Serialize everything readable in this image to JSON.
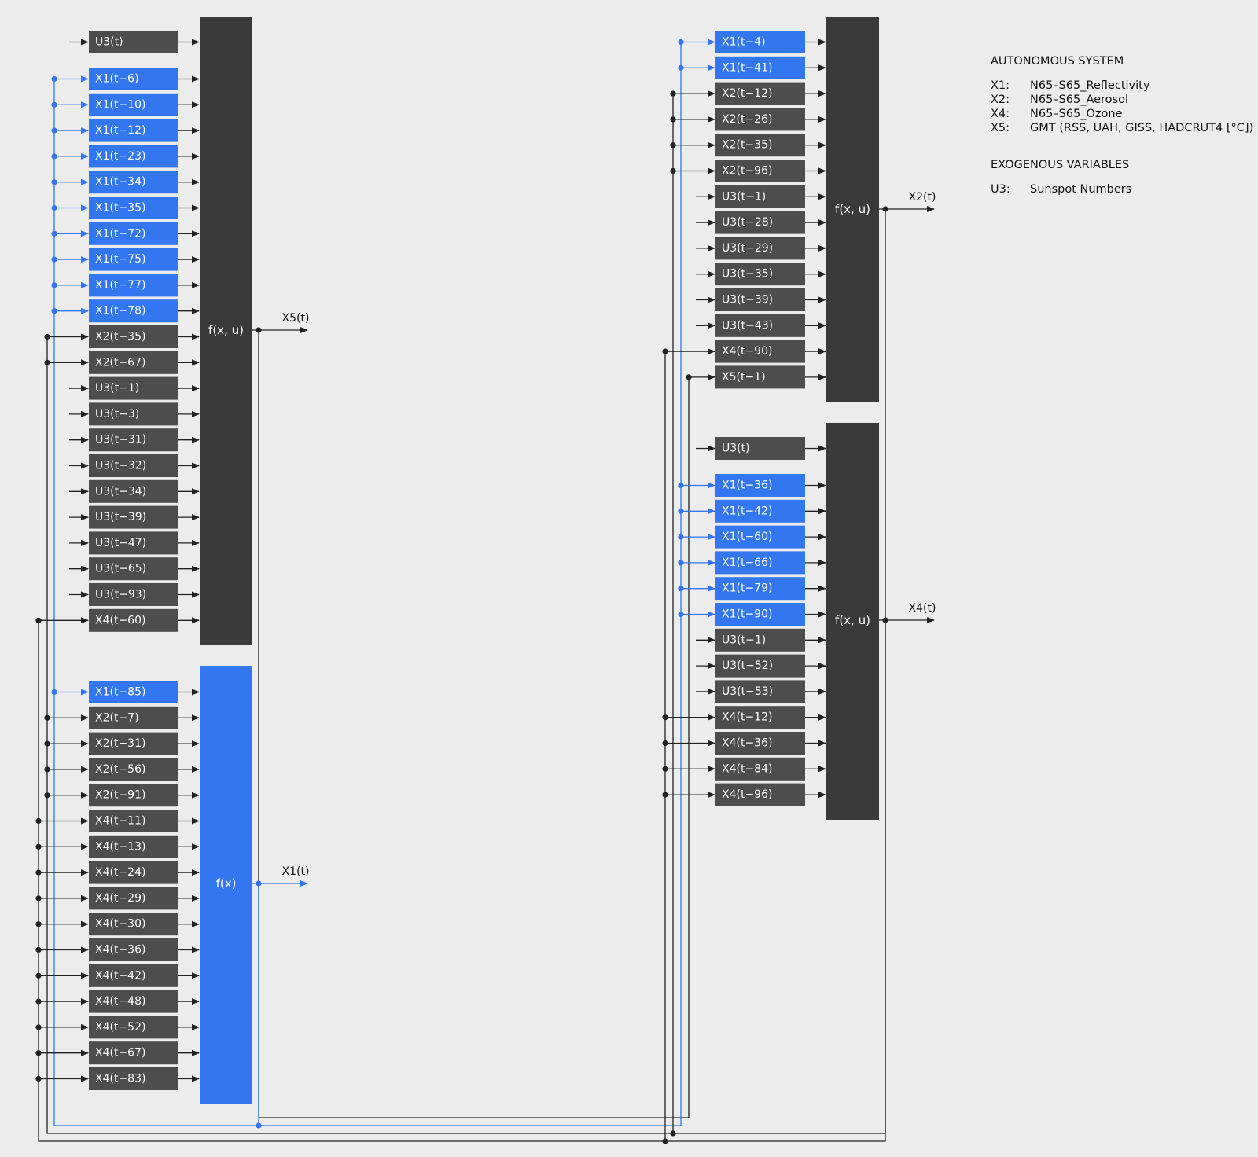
{
  "colors": {
    "background": "#ececec",
    "block_dark": "#3a3a3a",
    "input_dark": "#4d4d4d",
    "accent_blue": "#3276f0",
    "wire_black": "#222222"
  },
  "blocks": [
    {
      "id": "x5-block",
      "label": "f(x, u)",
      "output": "X5(t)",
      "style": "dark",
      "inputs": [
        {
          "label": "U3(t)",
          "kind": "exo",
          "gap_after": true
        },
        {
          "label": "X1(t−6)",
          "kind": "x1"
        },
        {
          "label": "X1(t−10)",
          "kind": "x1"
        },
        {
          "label": "X1(t−12)",
          "kind": "x1"
        },
        {
          "label": "X1(t−23)",
          "kind": "x1"
        },
        {
          "label": "X1(t−34)",
          "kind": "x1"
        },
        {
          "label": "X1(t−35)",
          "kind": "x1"
        },
        {
          "label": "X1(t−72)",
          "kind": "x1"
        },
        {
          "label": "X1(t−75)",
          "kind": "x1"
        },
        {
          "label": "X1(t−77)",
          "kind": "x1"
        },
        {
          "label": "X1(t−78)",
          "kind": "x1"
        },
        {
          "label": "X2(t−35)",
          "kind": "x2"
        },
        {
          "label": "X2(t−67)",
          "kind": "x2"
        },
        {
          "label": "U3(t−1)",
          "kind": "exo"
        },
        {
          "label": "U3(t−3)",
          "kind": "exo"
        },
        {
          "label": "U3(t−31)",
          "kind": "exo"
        },
        {
          "label": "U3(t−32)",
          "kind": "exo"
        },
        {
          "label": "U3(t−34)",
          "kind": "exo"
        },
        {
          "label": "U3(t−39)",
          "kind": "exo"
        },
        {
          "label": "U3(t−47)",
          "kind": "exo"
        },
        {
          "label": "U3(t−65)",
          "kind": "exo"
        },
        {
          "label": "U3(t−93)",
          "kind": "exo"
        },
        {
          "label": "X4(t−60)",
          "kind": "x4"
        }
      ]
    },
    {
      "id": "x1-block",
      "label": "f(x)",
      "output": "X1(t)",
      "style": "blue",
      "inputs": [
        {
          "label": "X1(t−85)",
          "kind": "x1"
        },
        {
          "label": "X2(t−7)",
          "kind": "x2"
        },
        {
          "label": "X2(t−31)",
          "kind": "x2"
        },
        {
          "label": "X2(t−56)",
          "kind": "x2"
        },
        {
          "label": "X2(t−91)",
          "kind": "x2"
        },
        {
          "label": "X4(t−11)",
          "kind": "x4"
        },
        {
          "label": "X4(t−13)",
          "kind": "x4"
        },
        {
          "label": "X4(t−24)",
          "kind": "x4"
        },
        {
          "label": "X4(t−29)",
          "kind": "x4"
        },
        {
          "label": "X4(t−30)",
          "kind": "x4"
        },
        {
          "label": "X4(t−36)",
          "kind": "x4"
        },
        {
          "label": "X4(t−42)",
          "kind": "x4"
        },
        {
          "label": "X4(t−48)",
          "kind": "x4"
        },
        {
          "label": "X4(t−52)",
          "kind": "x4"
        },
        {
          "label": "X4(t−67)",
          "kind": "x4"
        },
        {
          "label": "X4(t−83)",
          "kind": "x4"
        }
      ]
    },
    {
      "id": "x2-block",
      "label": "f(x, u)",
      "output": "X2(t)",
      "style": "dark",
      "inputs": [
        {
          "label": "X1(t−4)",
          "kind": "x1"
        },
        {
          "label": "X1(t−41)",
          "kind": "x1"
        },
        {
          "label": "X2(t−12)",
          "kind": "x2"
        },
        {
          "label": "X2(t−26)",
          "kind": "x2"
        },
        {
          "label": "X2(t−35)",
          "kind": "x2"
        },
        {
          "label": "X2(t−96)",
          "kind": "x2"
        },
        {
          "label": "U3(t−1)",
          "kind": "exo"
        },
        {
          "label": "U3(t−28)",
          "kind": "exo"
        },
        {
          "label": "U3(t−29)",
          "kind": "exo"
        },
        {
          "label": "U3(t−35)",
          "kind": "exo"
        },
        {
          "label": "U3(t−39)",
          "kind": "exo"
        },
        {
          "label": "U3(t−43)",
          "kind": "exo"
        },
        {
          "label": "X4(t−90)",
          "kind": "x4"
        },
        {
          "label": "X5(t−1)",
          "kind": "x5"
        }
      ]
    },
    {
      "id": "x4-block",
      "label": "f(x, u)",
      "output": "X4(t)",
      "style": "dark",
      "inputs": [
        {
          "label": "U3(t)",
          "kind": "exo",
          "gap_after": true
        },
        {
          "label": "X1(t−36)",
          "kind": "x1"
        },
        {
          "label": "X1(t−42)",
          "kind": "x1"
        },
        {
          "label": "X1(t−60)",
          "kind": "x1"
        },
        {
          "label": "X1(t−66)",
          "kind": "x1"
        },
        {
          "label": "X1(t−79)",
          "kind": "x1"
        },
        {
          "label": "X1(t−90)",
          "kind": "x1"
        },
        {
          "label": "U3(t−1)",
          "kind": "exo"
        },
        {
          "label": "U3(t−52)",
          "kind": "exo"
        },
        {
          "label": "U3(t−53)",
          "kind": "exo"
        },
        {
          "label": "X4(t−12)",
          "kind": "x4"
        },
        {
          "label": "X4(t−36)",
          "kind": "x4"
        },
        {
          "label": "X4(t−84)",
          "kind": "x4"
        },
        {
          "label": "X4(t−96)",
          "kind": "x4"
        }
      ]
    }
  ],
  "legend": {
    "autonomous_title": "AUTONOMOUS SYSTEM",
    "autonomous": [
      {
        "key": "X1:",
        "value": "N65–S65_Reflectivity"
      },
      {
        "key": "X2:",
        "value": "N65–S65_Aerosol"
      },
      {
        "key": "X4:",
        "value": "N65–S65_Ozone"
      },
      {
        "key": "X5:",
        "value": "GMT (RSS, UAH, GISS, HADCRUT4 [°C])"
      }
    ],
    "exogenous_title": "EXOGENOUS VARIABLES",
    "exogenous": [
      {
        "key": "U3:",
        "value": "Sunspot Numbers"
      }
    ]
  }
}
